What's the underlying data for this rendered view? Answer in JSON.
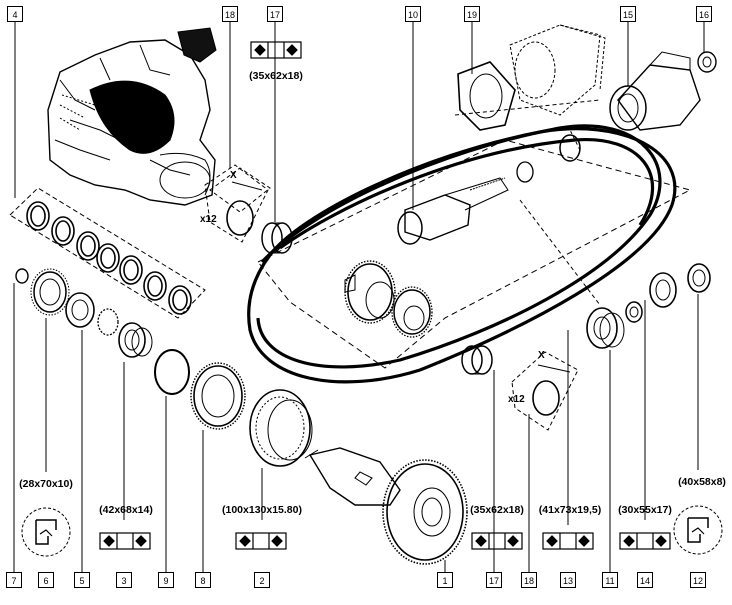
{
  "callouts": {
    "top": [
      "4",
      "18",
      "17",
      "10",
      "19",
      "15",
      "16"
    ],
    "bottom": [
      "7",
      "6",
      "5",
      "3",
      "9",
      "8",
      "2",
      "1",
      "17",
      "18",
      "13",
      "11",
      "14",
      "12"
    ]
  },
  "dimensions": {
    "bearing_17_top": "(35x62x18)",
    "seal_6": "(28x70x10)",
    "bearing_3": "(42x68x14)",
    "bearing_2": "(100x130x15.80)",
    "bearing_17_bottom": "(35x62x18)",
    "bearing_13": "(41x73x19,5)",
    "bearing_14": "(30x55x17)",
    "seal_12": "(40x58x8)"
  },
  "quantities": {
    "shim_left": "x12",
    "shim_right": "x12"
  },
  "shim_marks": {
    "left": "X",
    "right": "X"
  }
}
